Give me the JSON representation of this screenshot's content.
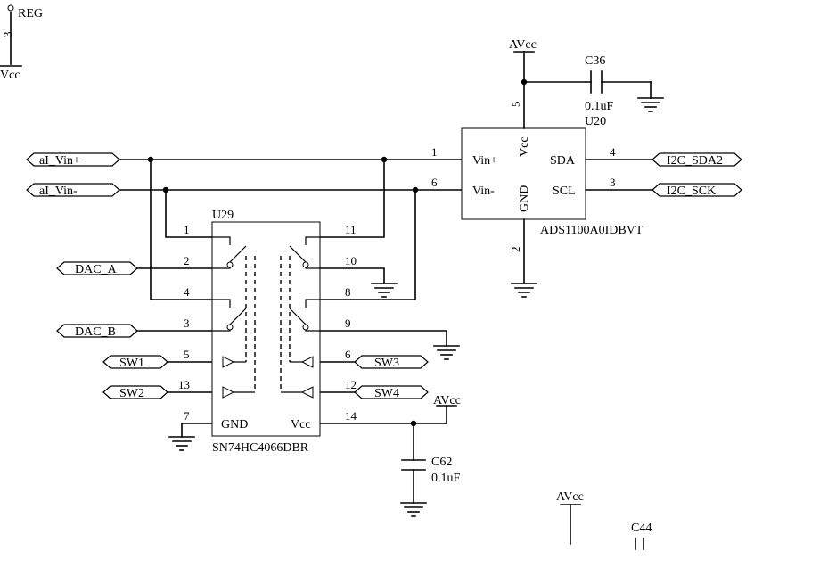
{
  "power": {
    "reg_label": "REG",
    "reg_pin": "3",
    "vcc_label": "Vcc",
    "avcc_u20": "AVcc",
    "avcc_u29": "AVcc",
    "avcc_bottom": "AVcc"
  },
  "ports": {
    "ai_vin_plus": "aI_Vin+",
    "ai_vin_minus": "aI_Vin-",
    "dac_a": "DAC_A",
    "dac_b": "DAC_B",
    "sw1": "SW1",
    "sw2": "SW2",
    "sw3": "SW3",
    "sw4": "SW4",
    "i2c_sda2": "I2C_SDA2",
    "i2c_sck": "I2C_SCK"
  },
  "u20": {
    "ref": "U20",
    "part": "ADS1100A0IDBVT",
    "pin_vin_plus": "Vin+",
    "pin_vin_minus": "Vin-",
    "pin_sda": "SDA",
    "pin_scl": "SCL",
    "pin_vcc": "Vcc",
    "pin_gnd": "GND",
    "num_vin_plus": "1",
    "num_vin_minus": "6",
    "num_sda": "4",
    "num_scl": "3",
    "num_vcc": "5",
    "num_gnd": "2"
  },
  "c36": {
    "ref": "C36",
    "value": "0.1uF"
  },
  "u29": {
    "ref": "U29",
    "part": "SN74HC4066DBR",
    "pin_gnd": "GND",
    "pin_vcc": "Vcc",
    "pins": {
      "p1": "1",
      "p2": "2",
      "p3": "3",
      "p4": "4",
      "p5": "5",
      "p6": "6",
      "p7": "7",
      "p8": "8",
      "p9": "9",
      "p10": "10",
      "p11": "11",
      "p12": "12",
      "p13": "13",
      "p14": "14"
    }
  },
  "c62": {
    "ref": "C62",
    "value": "0.1uF"
  },
  "c44": {
    "ref": "C44"
  }
}
